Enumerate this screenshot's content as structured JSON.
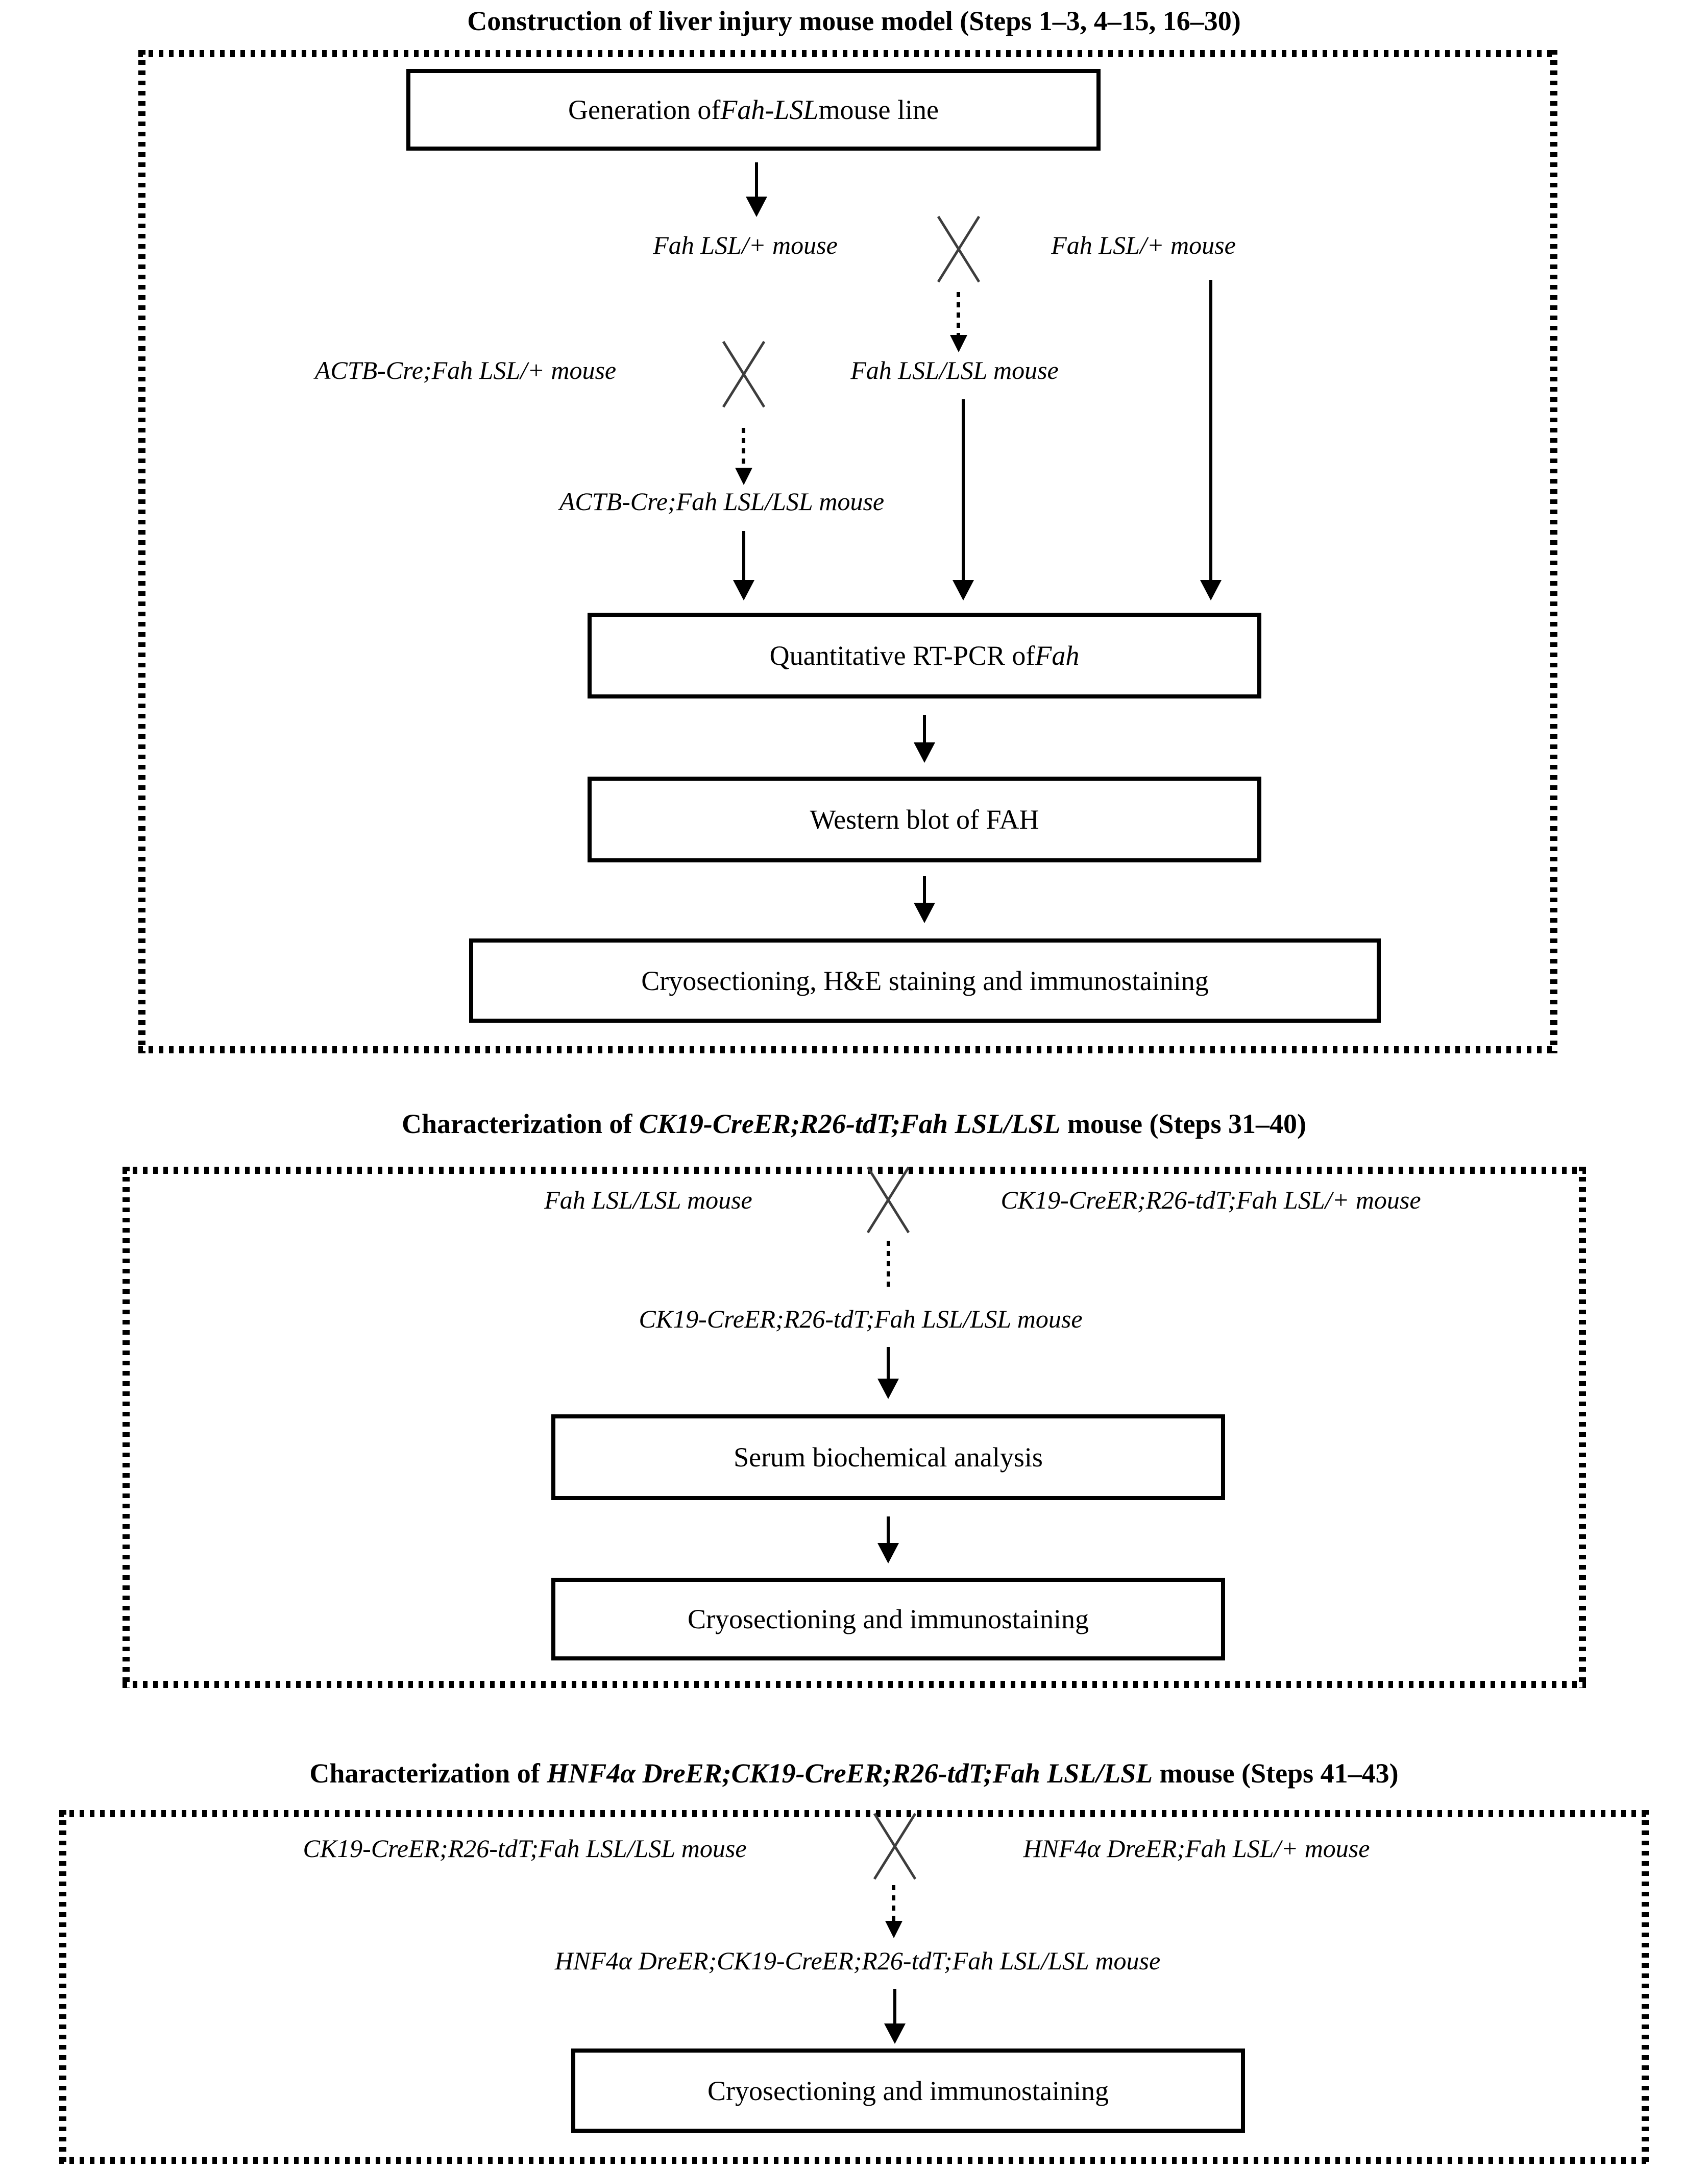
{
  "colors": {
    "ink": "#000000",
    "cross": "#3d3d3d",
    "background": "#ffffff"
  },
  "icons": {
    "cross_breeding": "×",
    "arrow_down": "↓",
    "dashed_arrow_down": "⇣"
  },
  "s1": {
    "title": {
      "pre": "Construction of liver injury mouse model (Steps 1–3, 4–15, 16–30)",
      "it": "",
      "post": ""
    },
    "gen": {
      "pre": "Generation of ",
      "it": "Fah-LSL",
      "post": " mouse line"
    },
    "row1_left": "Fah LSL/+ mouse",
    "row1_right": "Fah LSL/+ mouse",
    "row2_left": "ACTB-Cre;Fah LSL/+ mouse",
    "row2_right": "Fah LSL/LSL mouse",
    "offspring2": "ACTB-Cre;Fah LSL/LSL mouse",
    "rtpcr": {
      "pre": "Quantitative RT-PCR of ",
      "it": "Fah",
      "post": ""
    },
    "western": "Western blot of FAH",
    "cryo": "Cryosectioning, H&E staining and immunostaining"
  },
  "s2": {
    "title": {
      "pre": "Characterization of ",
      "it": "CK19-CreER;R26-tdT;Fah LSL/LSL",
      "post": " mouse (Steps 31–40)"
    },
    "parent_left": "Fah LSL/LSL mouse",
    "parent_right": "CK19-CreER;R26-tdT;Fah LSL/+ mouse",
    "offspring": "CK19-CreER;R26-tdT;Fah LSL/LSL mouse",
    "serum": "Serum biochemical analysis",
    "cryo": "Cryosectioning and immunostaining"
  },
  "s3": {
    "title": {
      "pre": "Characterization of ",
      "it": "HNF4α DreER;CK19-CreER;R26-tdT;Fah LSL/LSL",
      "post": " mouse (Steps 41–43)"
    },
    "parent_left": "CK19-CreER;R26-tdT;Fah LSL/LSL mouse",
    "parent_right": "HNF4α DreER;Fah LSL/+ mouse",
    "offspring": "HNF4α DreER;CK19-CreER;R26-tdT;Fah LSL/LSL mouse",
    "cryo": "Cryosectioning and immunostaining"
  }
}
